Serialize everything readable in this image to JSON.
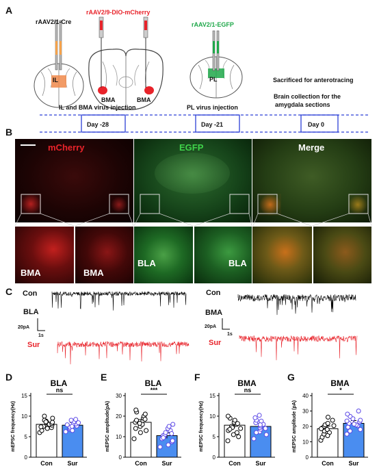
{
  "panelA": {
    "letter": "A",
    "il_virus": "rAAV2/1-Cre",
    "bma_virus": "rAAV2/9-DIO-mCherry",
    "pl_virus": "rAAV2/1-EGFP",
    "il_region": "IL",
    "bma_left": "BMA",
    "bma_right": "BMA",
    "pl_region": "PL",
    "step1": "IL and BMA virus injection",
    "step2": "PL virus injection",
    "step3a": "Sacrificed for anterotracing",
    "step3b": "Brain collection for the",
    "step3c": "amygdala sections",
    "day1": "Day -28",
    "day2": "Day -21",
    "day3": "Day 0",
    "colors": {
      "red": "#e8232a",
      "green": "#1fa84a",
      "orange": "#f5a24a",
      "blue": "#2b3fd6"
    }
  },
  "panelB": {
    "letter": "B",
    "ch_mcherry": "mCherry",
    "ch_egfp": "EGFP",
    "ch_merge": "Merge",
    "zoom1": "BMA",
    "zoom2": "BMA",
    "zoom3": "BLA",
    "zoom4": "BLA"
  },
  "panelC": {
    "letter": "C",
    "left_con": "Con",
    "left_region": "BLA",
    "left_sur": "Sur",
    "left_scale_y": "20pA",
    "left_scale_x": "1s",
    "right_con": "Con",
    "right_region": "BMA",
    "right_sur": "Sur",
    "right_scale_y": "20pA",
    "right_scale_x": "1s"
  },
  "panelD": {
    "letter": "D"
  },
  "panelE": {
    "letter": "E"
  },
  "panelF": {
    "letter": "F"
  },
  "panelG": {
    "letter": "G"
  },
  "chart_data": [
    {
      "type": "bar",
      "title": "BLA",
      "ylabel": "mEPSC frequency(Hz)",
      "categories": [
        "Con",
        "Sur"
      ],
      "values": [
        8.0,
        7.8
      ],
      "ylim": [
        0,
        15
      ],
      "yticks": [
        0,
        5,
        10,
        15
      ],
      "significance": "ns",
      "points": {
        "Con": [
          6.0,
          6.5,
          7.0,
          7.2,
          7.5,
          7.8,
          8.0,
          8.2,
          8.5,
          8.8,
          9.0,
          9.5,
          7.4,
          8.6,
          10.0
        ],
        "Sur": [
          6.2,
          6.8,
          7.0,
          7.3,
          7.6,
          7.9,
          8.1,
          8.3,
          8.7,
          9.0,
          9.2,
          7.5,
          8.4,
          6.5
        ]
      }
    },
    {
      "type": "bar",
      "title": "BLA",
      "ylabel": "mEPSC amplitude(pA)",
      "categories": [
        "Con",
        "Sur"
      ],
      "values": [
        17.0,
        10.5
      ],
      "ylim": [
        0,
        30
      ],
      "yticks": [
        0,
        10,
        20,
        30
      ],
      "significance": "***",
      "points": {
        "Con": [
          9.0,
          12.0,
          14.0,
          15.0,
          16.0,
          17.0,
          18.0,
          19.0,
          20.0,
          21.0,
          22.0,
          23.0,
          16.5,
          18.5,
          13.0
        ],
        "Sur": [
          5.0,
          6.0,
          7.5,
          8.0,
          9.0,
          10.0,
          10.5,
          11.0,
          12.0,
          13.0,
          14.0,
          15.0,
          9.5,
          11.5,
          16.0
        ]
      }
    },
    {
      "type": "bar",
      "title": "BMA",
      "ylabel": "mEPSC  frequency(Hz)",
      "categories": [
        "Con",
        "Sur"
      ],
      "values": [
        7.8,
        7.5
      ],
      "ylim": [
        0,
        15
      ],
      "yticks": [
        0,
        5,
        10,
        15
      ],
      "significance": "ns",
      "points": {
        "Con": [
          4.0,
          5.0,
          6.0,
          6.5,
          7.0,
          7.5,
          8.0,
          8.5,
          9.0,
          9.5,
          10.0,
          7.2,
          8.2,
          6.8,
          5.5
        ],
        "Sur": [
          4.5,
          5.5,
          6.2,
          6.8,
          7.2,
          7.6,
          8.0,
          8.4,
          9.0,
          9.6,
          10.2,
          7.0,
          8.8,
          6.0,
          7.9
        ]
      }
    },
    {
      "type": "bar",
      "title": "BMA",
      "ylabel": "mEPSC amplitude (pA)",
      "categories": [
        "Con",
        "Sur"
      ],
      "values": [
        18.5,
        22.0
      ],
      "ylim": [
        0,
        40
      ],
      "yticks": [
        0,
        10,
        20,
        30,
        40
      ],
      "significance": "*",
      "points": {
        "Con": [
          11.0,
          13.0,
          15.0,
          16.0,
          17.0,
          18.0,
          19.0,
          20.0,
          21.0,
          22.0,
          24.0,
          26.0,
          18.5,
          14.0,
          20.5
        ],
        "Sur": [
          15.0,
          17.0,
          18.0,
          19.5,
          20.5,
          21.0,
          22.0,
          23.0,
          24.0,
          25.0,
          26.5,
          28.0,
          30.0,
          21.5,
          23.5
        ]
      }
    }
  ]
}
